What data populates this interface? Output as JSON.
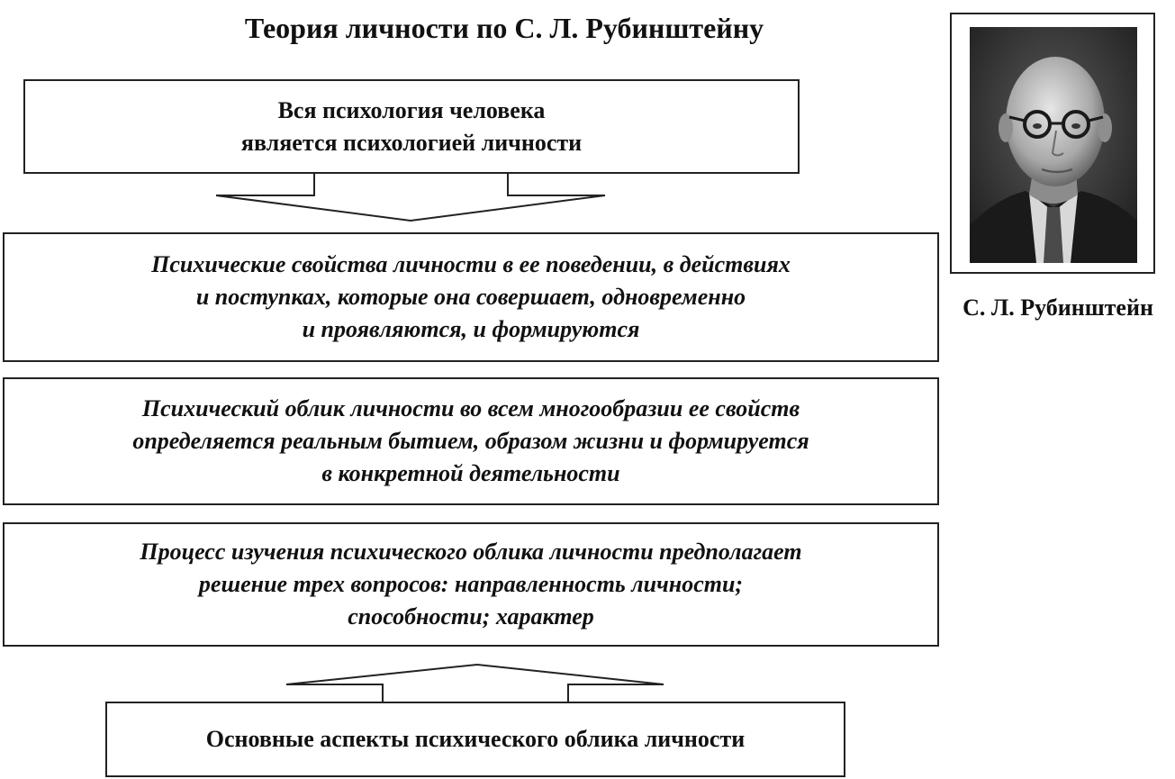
{
  "title": "Теория личности по С. Л. Рубинштейну",
  "boxes": {
    "top": [
      "Вся психология человека",
      "является психологией личности"
    ],
    "second": [
      "Психические свойства личности в ее поведении, в действиях",
      "и поступках, которые она совершает, одновременно",
      "и проявляются, и формируются"
    ],
    "third": [
      "Психический облик личности во всем многообразии ее свойств",
      "определяется реальным бытием, образом жизни и формируется",
      "в конкретной деятельности"
    ],
    "fourth": [
      "Процесс изучения психического облика личности предполагает",
      "решение трех вопросов: направленность личности;",
      "способности; характер"
    ],
    "bottom": "Основные аспекты психического облика личности"
  },
  "portrait": {
    "caption": "С. Л. Рубинштейн"
  }
}
